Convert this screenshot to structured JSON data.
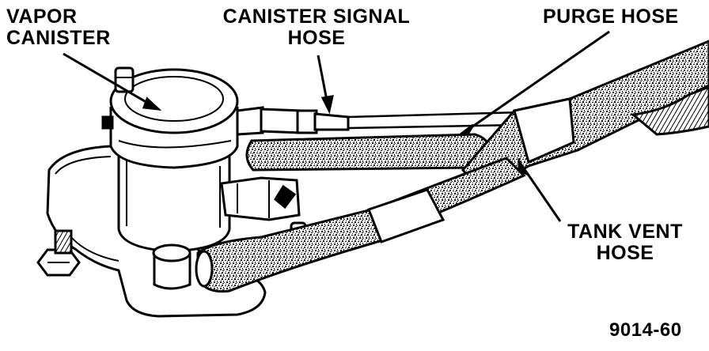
{
  "labels": {
    "vapor_canister": [
      "VAPOR",
      "CANISTER"
    ],
    "canister_signal_hose": [
      "CANISTER SIGNAL",
      "HOSE"
    ],
    "purge_hose": "PURGE HOSE",
    "tank_vent_hose": [
      "TANK VENT",
      "HOSE"
    ],
    "figure_number": "9014-60"
  },
  "colors": {
    "ink": "#000000",
    "paper": "#ffffff"
  }
}
